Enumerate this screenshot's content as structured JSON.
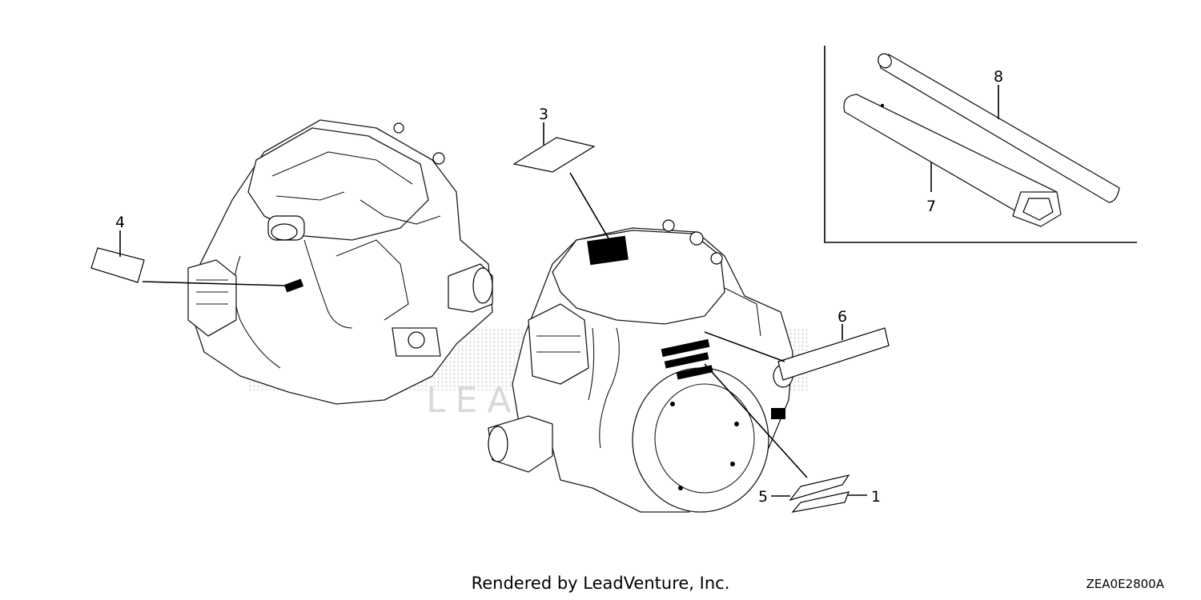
{
  "diagram": {
    "callouts": {
      "c1": "1",
      "c2": "3",
      "c3": "4",
      "c4": "5",
      "c5": "6",
      "c6": "7",
      "c7": "8"
    },
    "watermark": "LEADVENTURE",
    "footer": "Rendered by LeadVenture, Inc.",
    "drawing_code": "ZEA0E2800A"
  }
}
